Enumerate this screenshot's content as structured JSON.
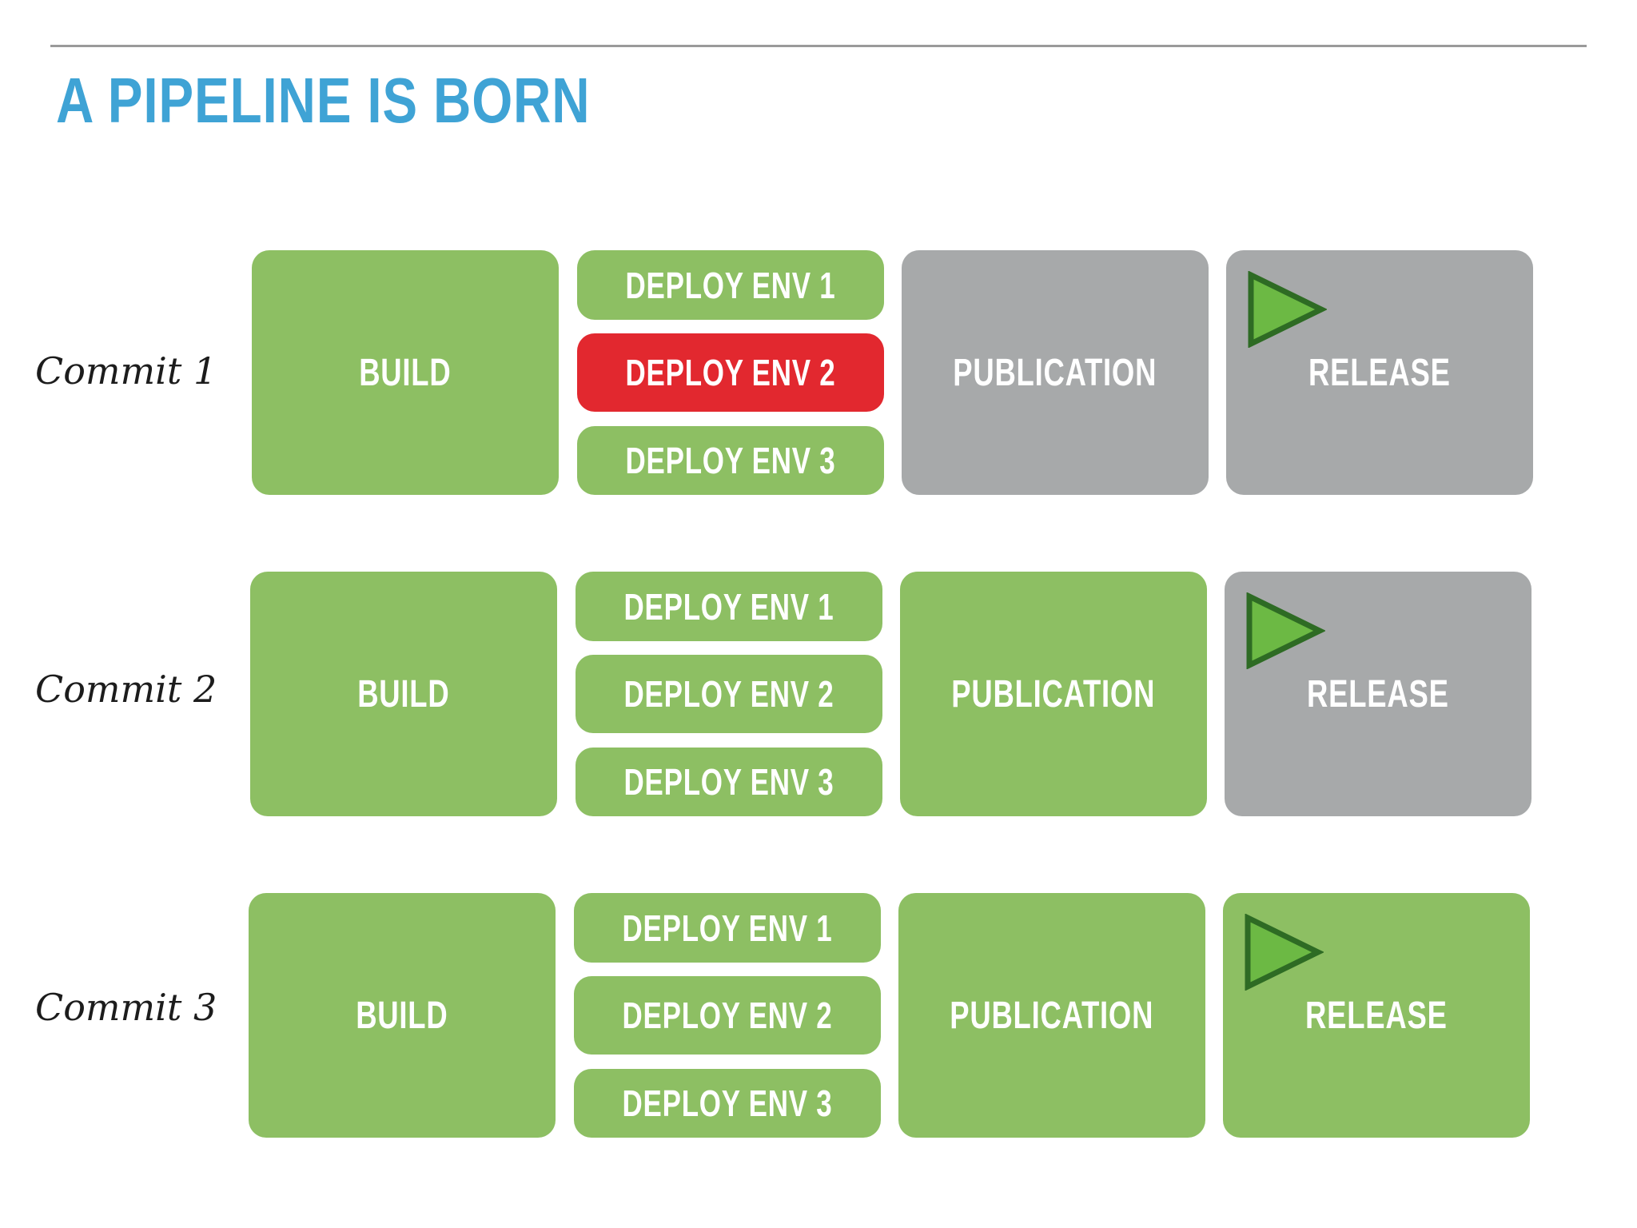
{
  "slide": {
    "title": "A PIPELINE IS BORN"
  },
  "rows": [
    {
      "commit_label": "Commit 1",
      "build": {
        "label": "BUILD",
        "status": "green"
      },
      "deploys": [
        {
          "label": "DEPLOY ENV 1",
          "status": "green"
        },
        {
          "label": "DEPLOY ENV 2",
          "status": "red"
        },
        {
          "label": "DEPLOY ENV 3",
          "status": "green"
        }
      ],
      "publication": {
        "label": "PUBLICATION",
        "status": "gray"
      },
      "release": {
        "label": "RELEASE",
        "status": "gray",
        "icon": "play-icon"
      }
    },
    {
      "commit_label": "Commit 2",
      "build": {
        "label": "BUILD",
        "status": "green"
      },
      "deploys": [
        {
          "label": "DEPLOY ENV 1",
          "status": "green"
        },
        {
          "label": "DEPLOY ENV 2",
          "status": "green"
        },
        {
          "label": "DEPLOY ENV 3",
          "status": "green"
        }
      ],
      "publication": {
        "label": "PUBLICATION",
        "status": "green"
      },
      "release": {
        "label": "RELEASE",
        "status": "gray",
        "icon": "play-icon"
      }
    },
    {
      "commit_label": "Commit 3",
      "build": {
        "label": "BUILD",
        "status": "green"
      },
      "deploys": [
        {
          "label": "DEPLOY ENV 1",
          "status": "green"
        },
        {
          "label": "DEPLOY ENV 2",
          "status": "green"
        },
        {
          "label": "DEPLOY ENV 3",
          "status": "green"
        }
      ],
      "publication": {
        "label": "PUBLICATION",
        "status": "green"
      },
      "release": {
        "label": "RELEASE",
        "status": "green",
        "icon": "play-icon"
      }
    }
  ],
  "colors": {
    "title": "#3fa3d5",
    "green": "#8dbf63",
    "gray": "#a7a9aa",
    "red": "#e2282f",
    "play_icon_fill": "#6cb944",
    "play_icon_stroke": "#2e6b24"
  }
}
